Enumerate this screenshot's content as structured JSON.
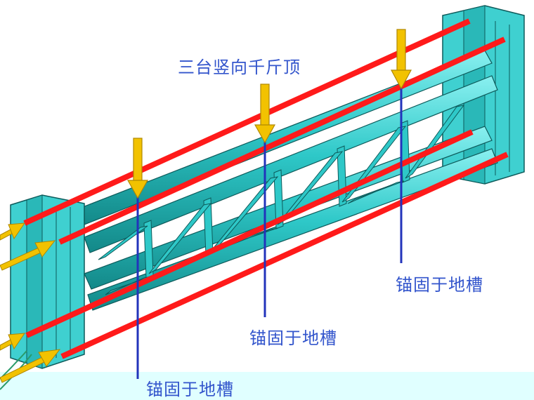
{
  "labels": {
    "jacks": "三台竖向千斤顶",
    "anchor_right": "锚固于地槽",
    "anchor_middle": "锚固于地槽",
    "anchor_left": "锚固于地槽"
  },
  "colors": {
    "steel": "#2ec8c8",
    "steel_dark": "#1a9a9a",
    "outline": "#0d5a5a",
    "plate": "#3fd0d0",
    "red_bar": "#ff1a1a",
    "jack_arrow": "#f2c200",
    "anchor_line": "#2233bb",
    "label_text": "#3355cc",
    "bottom_band": "#e0ffff"
  },
  "icons": {
    "jack": "down-arrow-icon",
    "anchor": "vertical-line"
  }
}
